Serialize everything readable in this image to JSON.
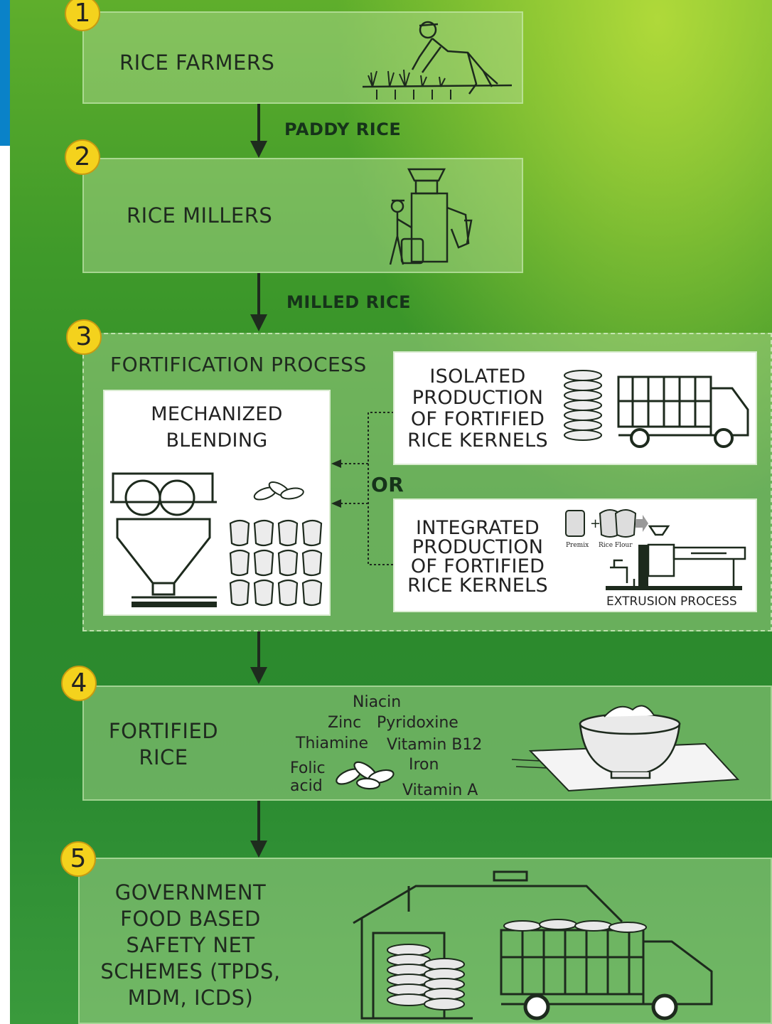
{
  "steps": [
    {
      "number": "1",
      "label": "RICE FARMERS"
    },
    {
      "number": "2",
      "label": "RICE MILLERS"
    },
    {
      "number": "3",
      "label": "FORTIFICATION PROCESS"
    },
    {
      "number": "4",
      "label": "FORTIFIED RICE"
    },
    {
      "number": "5",
      "label": "GOVERNMENT FOOD BASED SAFETY NET SCHEMES (TPDS, MDM, ICDS)"
    }
  ],
  "flow_labels": {
    "paddy": "PADDY RICE",
    "milled": "MILLED RICE"
  },
  "fortification": {
    "blending_title_1": "MECHANIZED",
    "blending_title_2": "BLENDING",
    "or_label": "OR",
    "isolated": [
      "ISOLATED",
      "PRODUCTION",
      "OF FORTIFIED",
      "RICE KERNELS"
    ],
    "integrated": [
      "INTEGRATED",
      "PRODUCTION",
      "OF FORTIFIED",
      "RICE KERNELS"
    ],
    "extrusion_caption": "EXTRUSION PROCESS",
    "premix_label": "Premix",
    "rice_flour_label": "Rice Flour"
  },
  "fortified_rice": {
    "label_1": "FORTIFIED",
    "label_2": "RICE",
    "nutrients": {
      "niacin": "Niacin",
      "zinc": "Zinc",
      "pyridoxine": "Pyridoxine",
      "thiamine": "Thiamine",
      "vitamin_b12": "Vitamin B12",
      "folic_1": "Folic",
      "folic_2": "acid",
      "iron": "Iron",
      "vitamin_a": "Vitamin A"
    }
  },
  "government": {
    "lines": [
      "GOVERNMENT",
      "FOOD BASED",
      "SAFETY NET",
      "SCHEMES (TPDS,",
      "MDM, ICDS)"
    ]
  },
  "colors": {
    "number_badge": "#f4d21d",
    "background_green": "#2e8a2a",
    "side_bar_blue": "#0a82c8"
  }
}
